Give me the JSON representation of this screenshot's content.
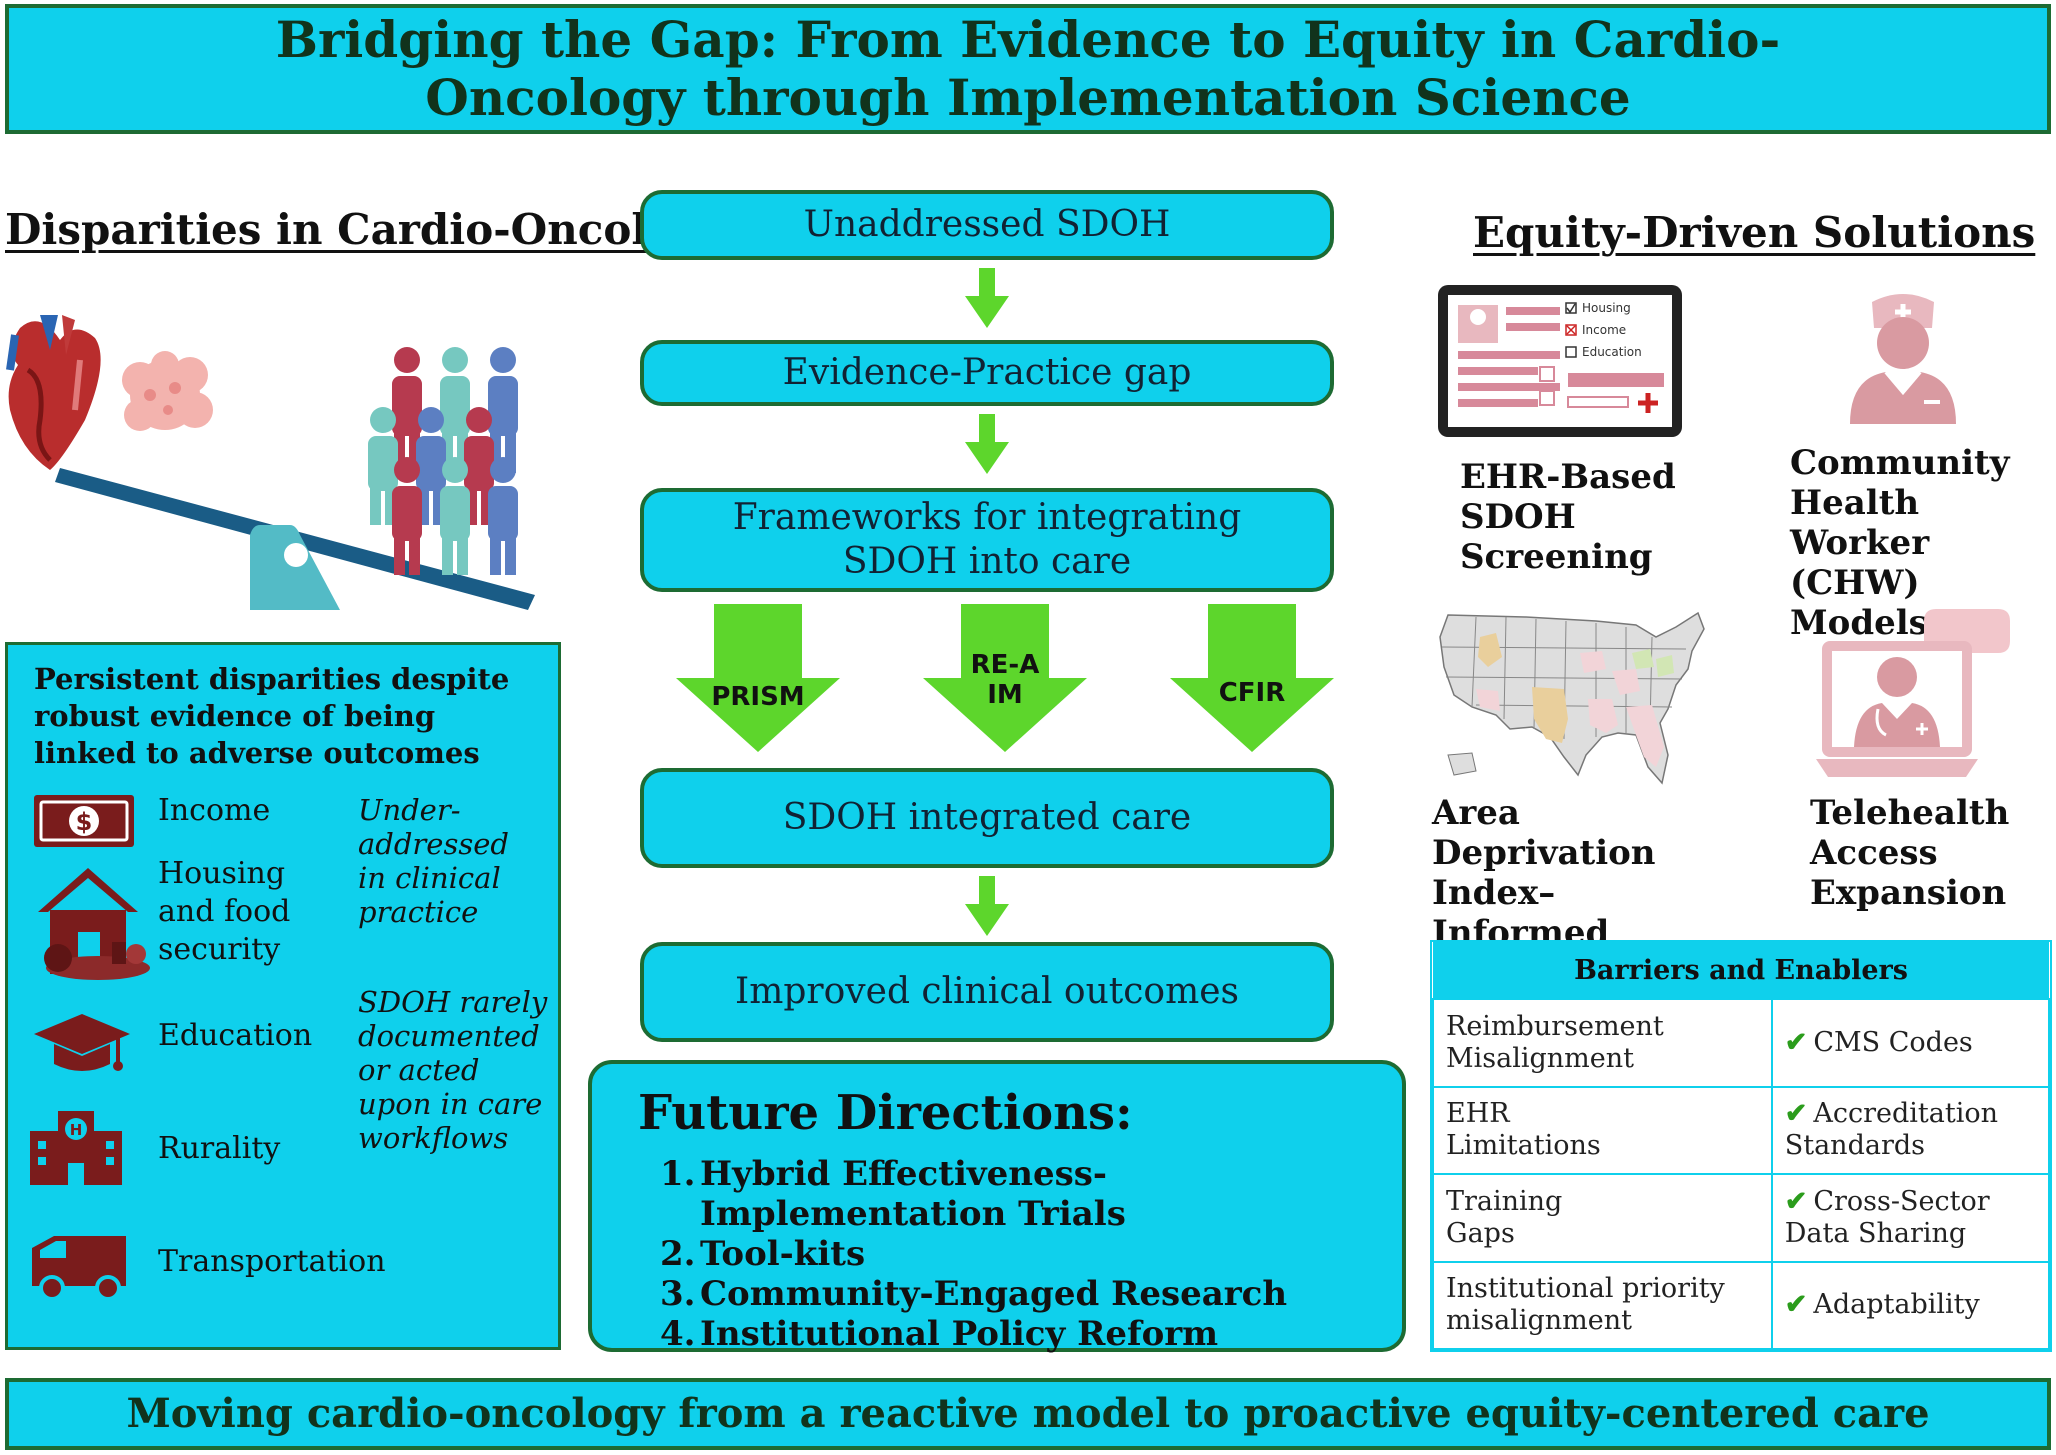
{
  "title": "Bridging the Gap: From Evidence to Equity in Cardio-Oncology through Implementation Science",
  "footer": "Moving cardio-oncology from a reactive model to proactive equity-centered care",
  "colors": {
    "accent": "#0fd0ec",
    "border": "#1d6b33",
    "arrow": "#5dd62c",
    "icon": "#7a1c1c",
    "pink": "#d9a3a8"
  },
  "left": {
    "title": "Disparities in Cardio-Oncology",
    "box_heading": "Persistent disparities despite robust evidence of being linked to adverse outcomes",
    "factors": [
      {
        "label": "Income",
        "icon": "dollar-bill-icon"
      },
      {
        "label": "Housing and food security",
        "icon": "house-icon"
      },
      {
        "label": "Education",
        "icon": "graduation-cap-icon"
      },
      {
        "label": "Rurality",
        "icon": "hospital-icon"
      },
      {
        "label": "Transportation",
        "icon": "van-icon"
      }
    ],
    "notes": [
      "Under-addressed in clinical practice",
      "SDOH rarely documented or acted upon in care workflows"
    ]
  },
  "center": {
    "steps": [
      "Unaddressed SDOH",
      "Evidence-Practice gap",
      "Frameworks for integrating SDOH into care",
      "SDOH integrated care",
      "Improved clinical outcomes"
    ],
    "frameworks": [
      "PRISM",
      "RE-AIM",
      "CFIR"
    ],
    "future": {
      "title": "Future Directions:",
      "items": [
        "Hybrid Effectiveness-Implementation Trials",
        "Tool-kits",
        "Community-Engaged Research",
        "Institutional Policy Reform"
      ]
    }
  },
  "right": {
    "title": "Equity-Driven Solutions",
    "solutions": [
      "EHR-Based SDOH Screening",
      "Community Health Worker (CHW) Models",
      "Area Deprivation Index–Informed Survivorship",
      "Telehealth Access Expansion"
    ],
    "ehr_checklist": [
      "Housing",
      "Income",
      "Education"
    ],
    "table": {
      "title": "Barriers and Enablers",
      "rows": [
        {
          "barrier": "Reimbursement Misalignment",
          "enabler": "CMS Codes"
        },
        {
          "barrier": "EHR Limitations",
          "enabler": "Accreditation Standards"
        },
        {
          "barrier": "Training Gaps",
          "enabler": "Cross-Sector Data Sharing"
        },
        {
          "barrier": "Institutional priority misalignment",
          "enabler": "Adaptability"
        }
      ]
    }
  }
}
